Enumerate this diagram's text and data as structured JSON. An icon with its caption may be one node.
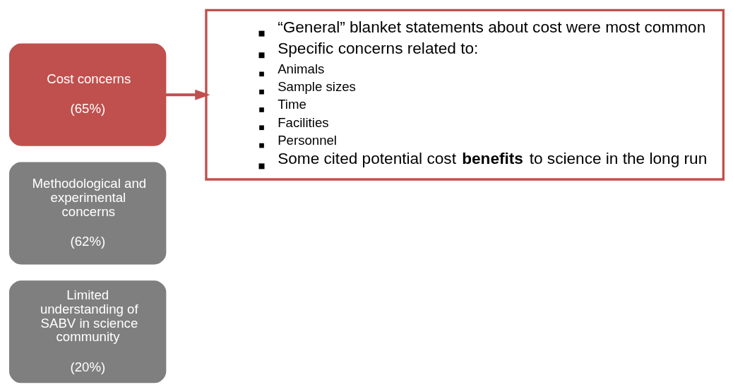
{
  "diagram": {
    "nodes": [
      {
        "text": [
          "Cost concerns",
          "(65%)"
        ]
      },
      {
        "text": [
          "Methodological and experimental concerns",
          "(62%)"
        ]
      },
      {
        "text": [
          "Limited understanding of SABV in science community",
          "(20%)"
        ]
      },
      {
        "text": [
          "“General” blanket statements about cost were most common",
          "Specific concerns related to:",
          "Animals",
          "Sample sizes",
          "Time",
          "Facilities",
          "Personnel",
          "Some cited potential cost **benefits** to science in the long run"
        ]
      }
    ],
    "edges": [
      {
        "from": 0,
        "to": 3,
        "arrow": "to",
        "color": "#c0504d"
      }
    ]
  }
}
